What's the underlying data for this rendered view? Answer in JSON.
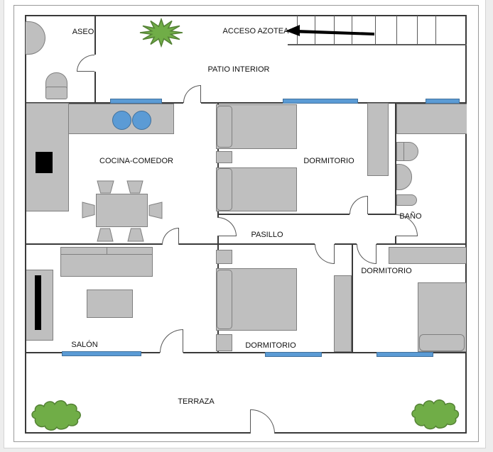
{
  "plan": {
    "labels": {
      "aseo": "ASEO",
      "acceso_azotea": "ACCESO AZOTEA",
      "patio_interior": "PATIO INTERIOR",
      "cocina_comedor": "COCINA-COMEDOR",
      "dormitorio_top": "DORMITORIO",
      "bano": "BAÑO",
      "pasillo": "PASILLO",
      "salon": "SALÓN",
      "dormitorio_right": "DORMITORIO",
      "dormitorio_bottom": "DORMITORIO",
      "terraza": "TERRAZA"
    },
    "colors": {
      "wall": "#3a3a3a",
      "furniture_fill": "#bfbfbf",
      "furniture_stroke": "#7f7f7f",
      "window_fill": "#5b9bd5",
      "window_stroke": "#41719c",
      "plant_fill": "#70ad47",
      "plant_stroke": "#548235",
      "arrow": "#000000",
      "appliance": "#000000"
    }
  }
}
